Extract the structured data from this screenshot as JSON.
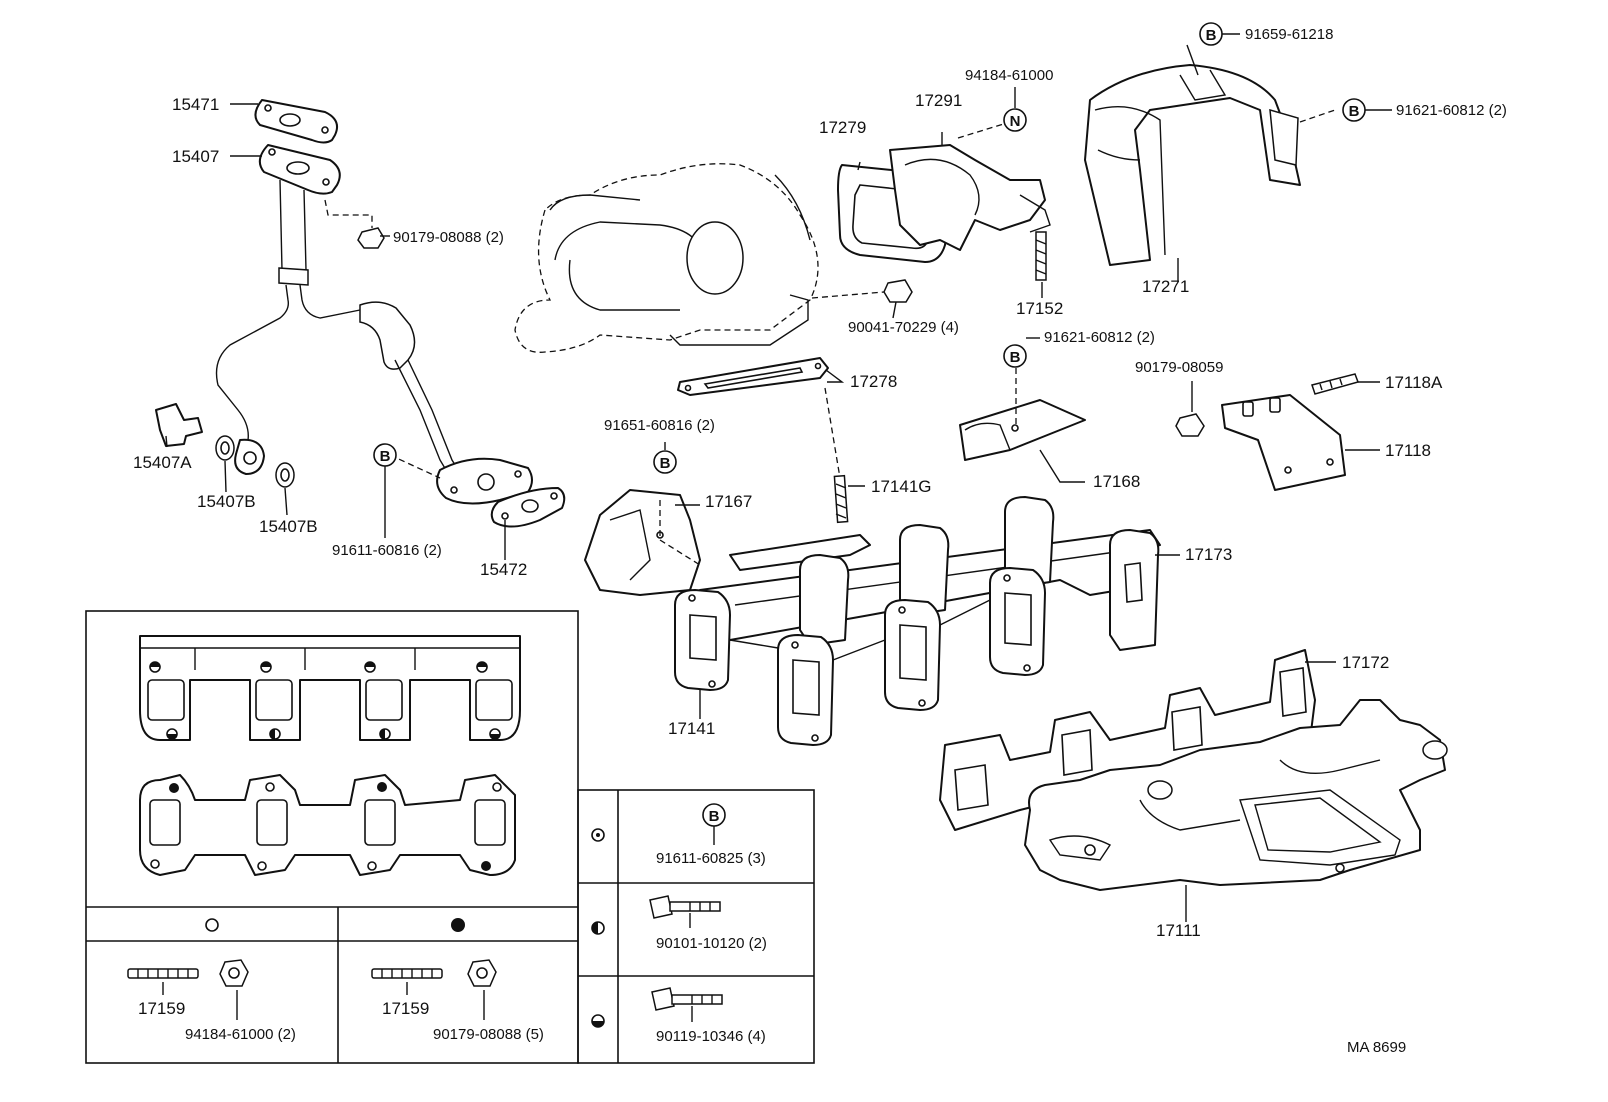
{
  "parts": {
    "p15471": "15471",
    "p15407": "15407",
    "p90179_08088_2": "90179-08088 (2)",
    "p15407A": "15407A",
    "p15407B_a": "15407B",
    "p15407B_b": "15407B",
    "p91611_60816_2": "91611-60816 (2)",
    "p15472": "15472",
    "p17279": "17279",
    "p17291": "17291",
    "p94184_61000": "94184-61000",
    "p17152": "17152",
    "p90041_70229_4": "90041-70229 (4)",
    "p17278": "17278",
    "p91651_60816_2": "91651-60816 (2)",
    "p17167": "17167",
    "p17141G": "17141G",
    "p17141": "17141",
    "p91659_61218": "91659-61218",
    "p91621_60812_2_top": "91621-60812 (2)",
    "p17271": "17271",
    "p91621_60812_2_mid": "91621-60812 (2)",
    "p90179_08059": "90179-08059",
    "p17118A": "17118A",
    "p17118": "17118",
    "p17168": "17168",
    "p17173": "17173",
    "p17172": "17172",
    "p17111": "17111"
  },
  "markers": {
    "b": "B",
    "n": "N"
  },
  "legend": {
    "left_stud": "17159",
    "left_nut": "94184-61000 (2)",
    "right_stud": "17159",
    "right_nut": "90179-08088 (5)",
    "bolt_b": "91611-60825 (3)",
    "bolt_half": "90101-10120 (2)",
    "bolt_bottom": "90119-10346 (4)"
  },
  "diagram_code": "MA  8699"
}
